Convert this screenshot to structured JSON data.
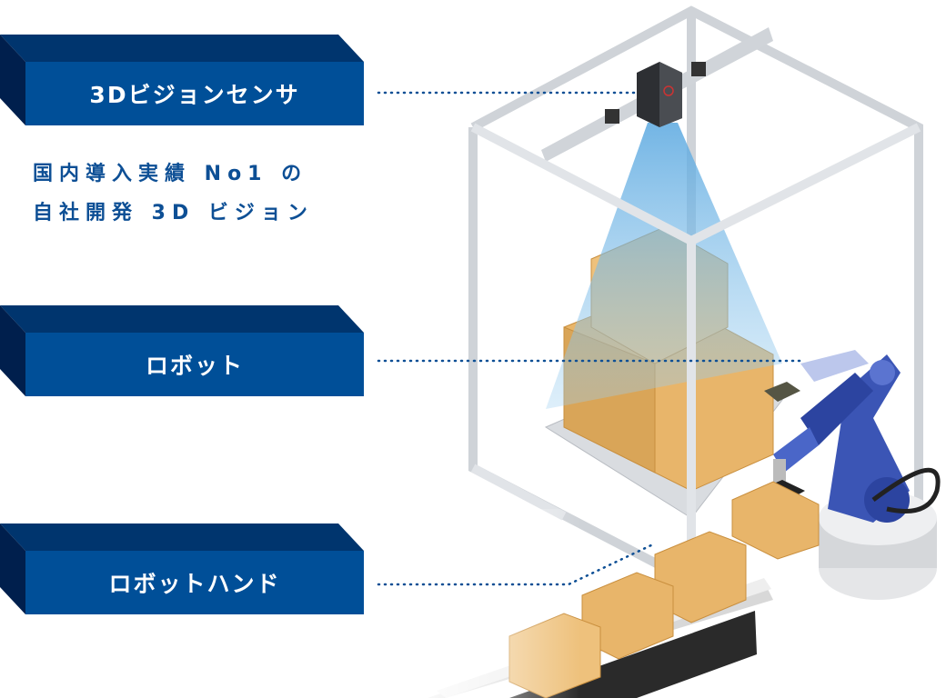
{
  "labels": [
    {
      "text": "3Dビジョンセンサ"
    },
    {
      "text": "ロボット"
    },
    {
      "text": "ロボットハンド"
    }
  ],
  "tagline": {
    "line1": "国内導入実績 No1 の",
    "line2": "自社開発 3D ビジョン"
  },
  "colors": {
    "front": "#004f98",
    "top": "#00356e",
    "side": "#001f4d",
    "text_blue": "#0d4f95",
    "robot": "#3b55b5",
    "box": "#e8b56a"
  }
}
